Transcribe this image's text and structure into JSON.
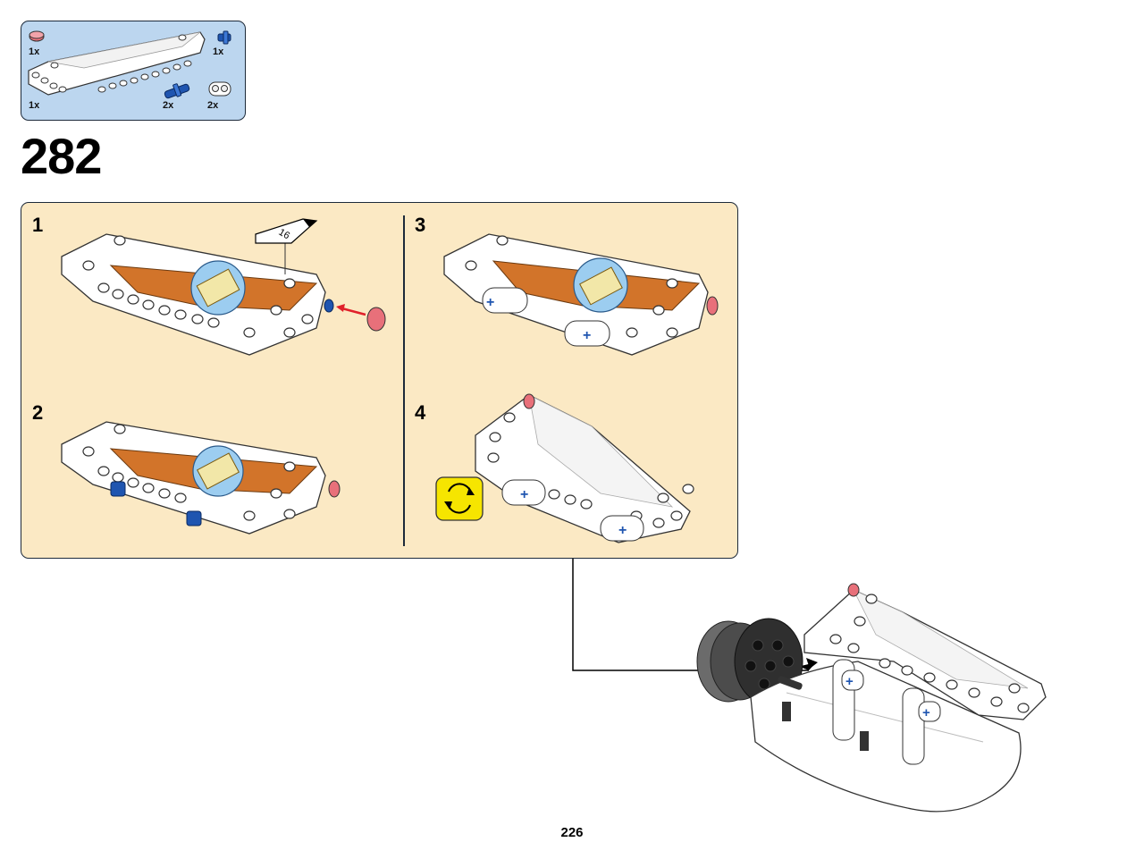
{
  "parts_list": {
    "items": [
      {
        "name": "red-round-tile",
        "qty": "1x"
      },
      {
        "name": "blue-axle-pin",
        "qty": "1x"
      },
      {
        "name": "white-panel",
        "qty": "1x"
      },
      {
        "name": "blue-pin",
        "qty": "2x"
      },
      {
        "name": "white-connector",
        "qty": "2x"
      }
    ]
  },
  "step": {
    "number": "282"
  },
  "substeps": [
    {
      "label": "1",
      "sticker_number": "16"
    },
    {
      "label": "2"
    },
    {
      "label": "3"
    },
    {
      "label": "4",
      "icon": "rotate-icon"
    }
  ],
  "colors": {
    "parts_bg": "#bcd6ef",
    "panel_bg": "#fbe9c4",
    "rotate_icon_bg": "#f6e500",
    "sticker_orange": "#d2742a",
    "pin_blue": "#1f55b0",
    "tile_red": "#e8707a"
  },
  "page": {
    "number": "226"
  }
}
